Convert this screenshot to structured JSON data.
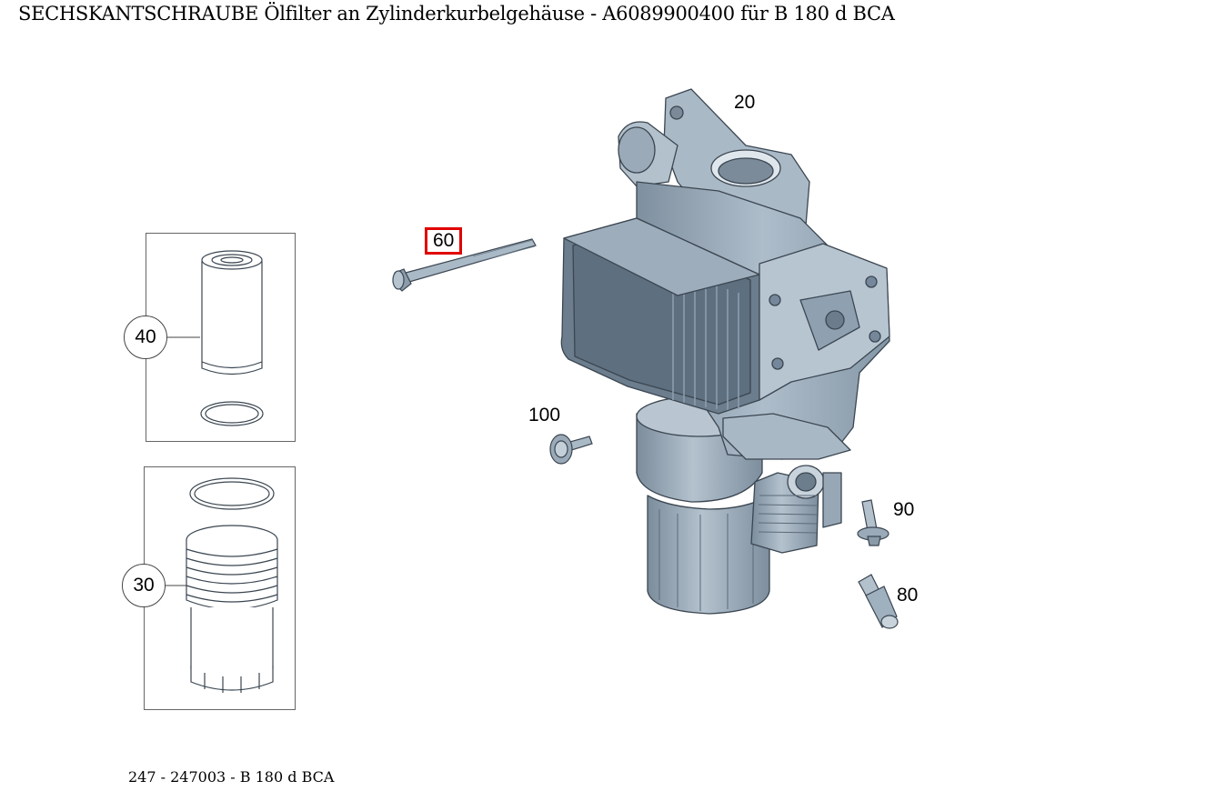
{
  "header": {
    "title": "SECHSKANTSCHRAUBE Ölfilter an Zylinderkurbelgehäuse - A6089900400 für B 180 d BCA"
  },
  "footer": {
    "model_ref": "247 - 247003 - B 180 d BCA"
  },
  "diagram": {
    "selected_part": "60",
    "labels": {
      "part_20": "20",
      "part_60": "60",
      "part_100": "100",
      "part_90": "90",
      "part_80": "80",
      "part_40": "40",
      "part_30": "30"
    },
    "colors": {
      "highlight": "#e00000",
      "part_fill": "#9fb0bf",
      "part_dark": "#6f8090",
      "part_light": "#c8d3dc"
    }
  }
}
